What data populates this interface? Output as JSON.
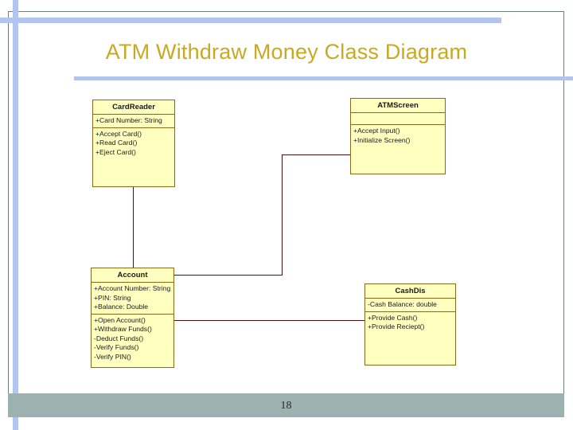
{
  "slide": {
    "title": "ATM Withdraw Money Class Diagram",
    "page_number": "18",
    "accent_blue": "#b3c5ee",
    "title_color": "#c8a923",
    "footer_color": "#9bb2b0",
    "class_fill": "#ffffc0",
    "class_border": "#8a6a1a",
    "connector_color": "#4a1010"
  },
  "diagram": {
    "type": "uml-class-diagram",
    "classes": [
      {
        "id": "card-reader",
        "name": "CardReader",
        "attributes": [
          "+Card Number: String"
        ],
        "operations": [
          "+Accept Card()",
          "+Read Card()",
          "+Eject Card()"
        ]
      },
      {
        "id": "atm-screen",
        "name": "ATMScreen",
        "attributes": [],
        "operations": [
          "+Accept Input()",
          "+Initialize Screen()"
        ]
      },
      {
        "id": "account",
        "name": "Account",
        "attributes": [
          "+Account Number: String",
          "+PIN: String",
          "+Balance: Double"
        ],
        "operations": [
          "+Open Account()",
          "+Withdraw Funds()",
          "-Deduct Funds()",
          "-Verify Funds()",
          "-Verify PIN()"
        ]
      },
      {
        "id": "cash-dis",
        "name": "CashDis",
        "attributes": [
          "-Cash Balance: double"
        ],
        "operations": [
          "+Provide Cash()",
          "+Provide Reciept()"
        ]
      }
    ],
    "associations": [
      {
        "from": "card-reader",
        "to": "account"
      },
      {
        "from": "atm-screen",
        "to": "account"
      },
      {
        "from": "account",
        "to": "cash-dis"
      }
    ]
  }
}
